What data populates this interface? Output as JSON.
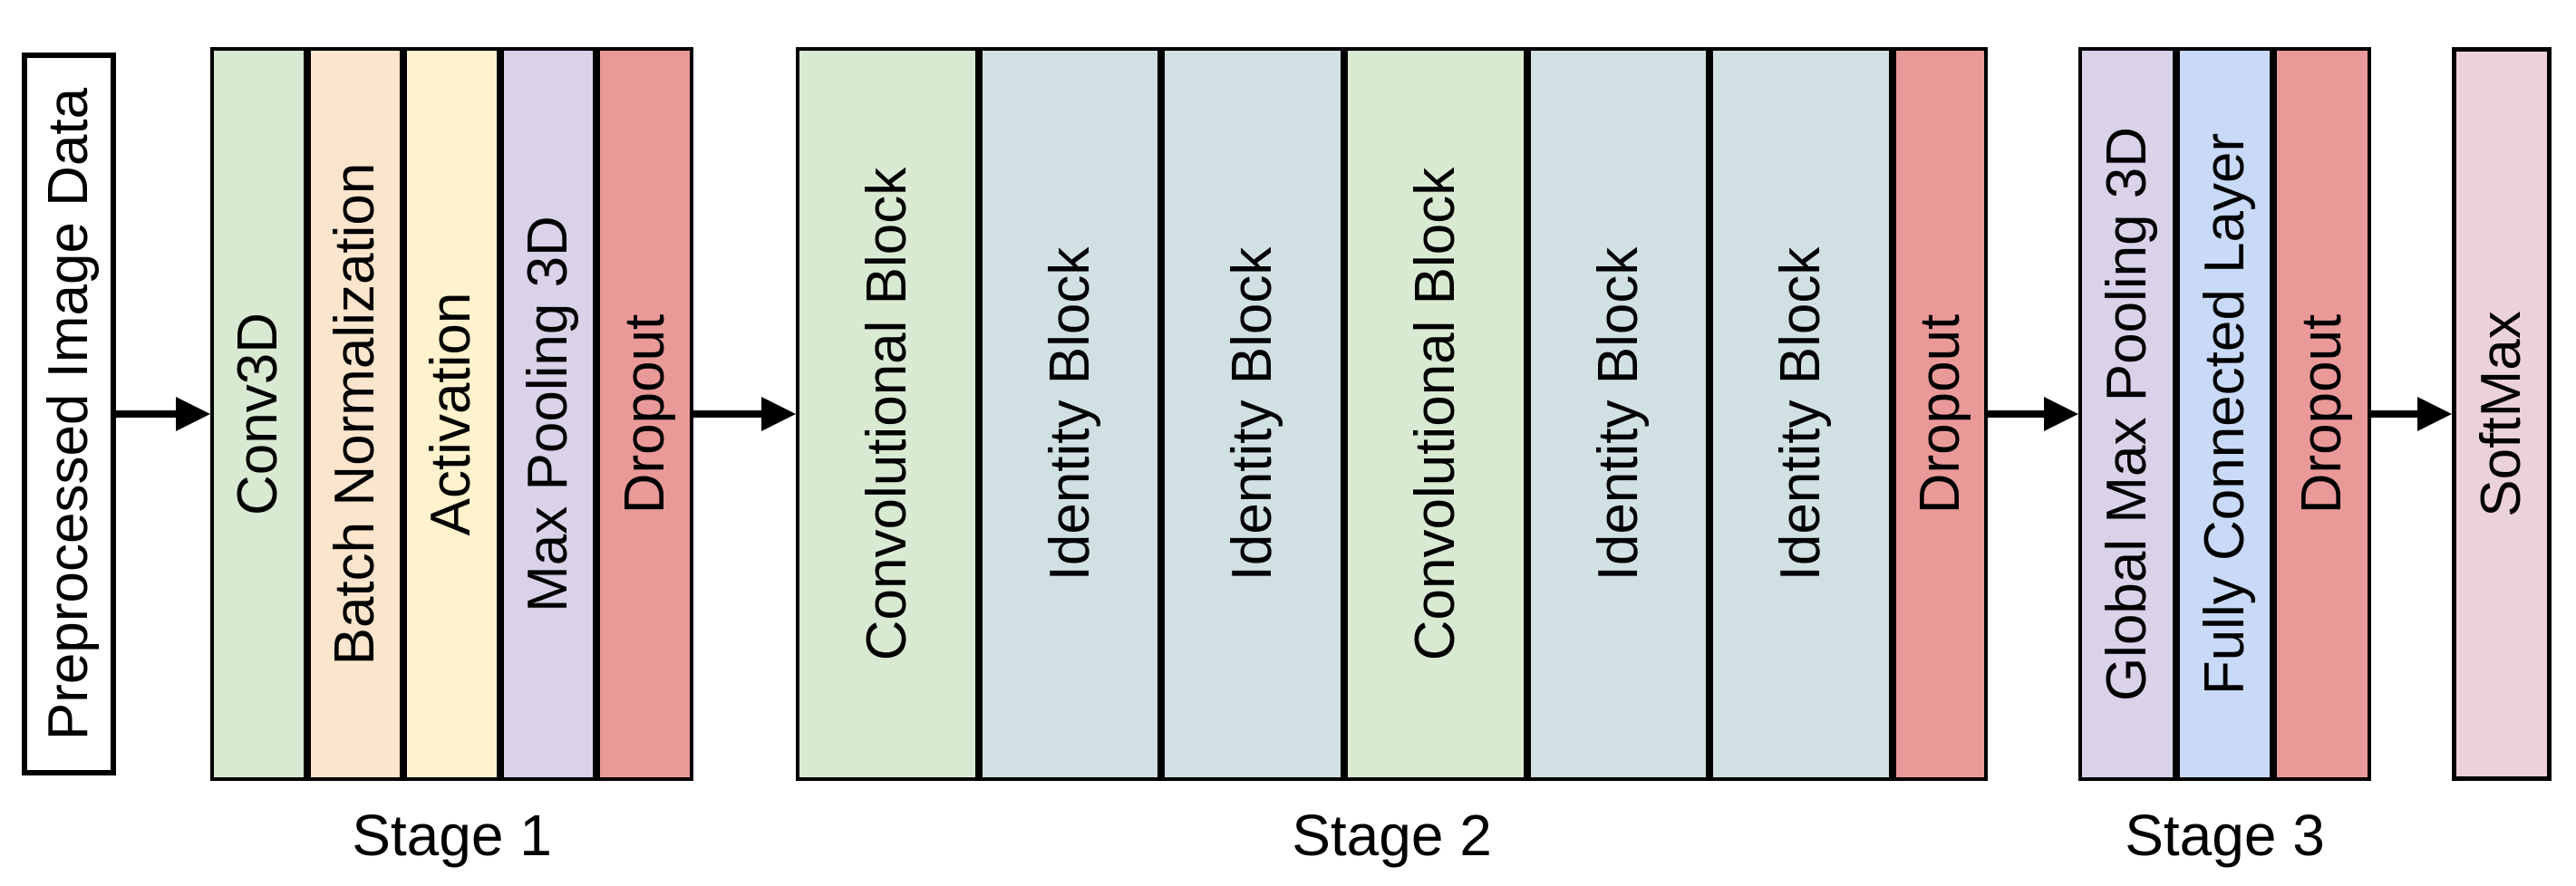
{
  "figure": {
    "input_box": {
      "label": "Preprocessed Image Data",
      "color": "#ffffff"
    },
    "stages": [
      {
        "label": "Stage 1",
        "blocks": [
          {
            "label": "Conv3D",
            "color": "#d9ead3"
          },
          {
            "label": "Batch Normalization",
            "color": "#fce5cd"
          },
          {
            "label": "Activation",
            "color": "#fff2cc"
          },
          {
            "label": "Max Pooling 3D",
            "color": "#d9d2e9"
          },
          {
            "label": "Dropout",
            "color": "#ea9999"
          }
        ]
      },
      {
        "label": "Stage 2",
        "blocks": [
          {
            "label": "Convolutional Block",
            "color": "#d9ead3"
          },
          {
            "label": "Identity Block",
            "color": "#d0e0e3"
          },
          {
            "label": "Identity Block",
            "color": "#d0e0e3"
          },
          {
            "label": "Convolutional Block",
            "color": "#d9ead3"
          },
          {
            "label": "Identity Block",
            "color": "#d0e0e3"
          },
          {
            "label": "Identity Block",
            "color": "#d0e0e3"
          },
          {
            "label": "Dropout",
            "color": "#ea9999"
          }
        ]
      },
      {
        "label": "Stage 3",
        "blocks": [
          {
            "label": "Global Max Pooling 3D",
            "color": "#d9d2e9"
          },
          {
            "label": "Fully Connected Layer",
            "color": "#c9daf8"
          },
          {
            "label": "Dropout",
            "color": "#ea9999"
          }
        ]
      }
    ],
    "output_box": {
      "label": "SoftMax",
      "color": "#ead1dc"
    },
    "line_color": "#000000"
  }
}
